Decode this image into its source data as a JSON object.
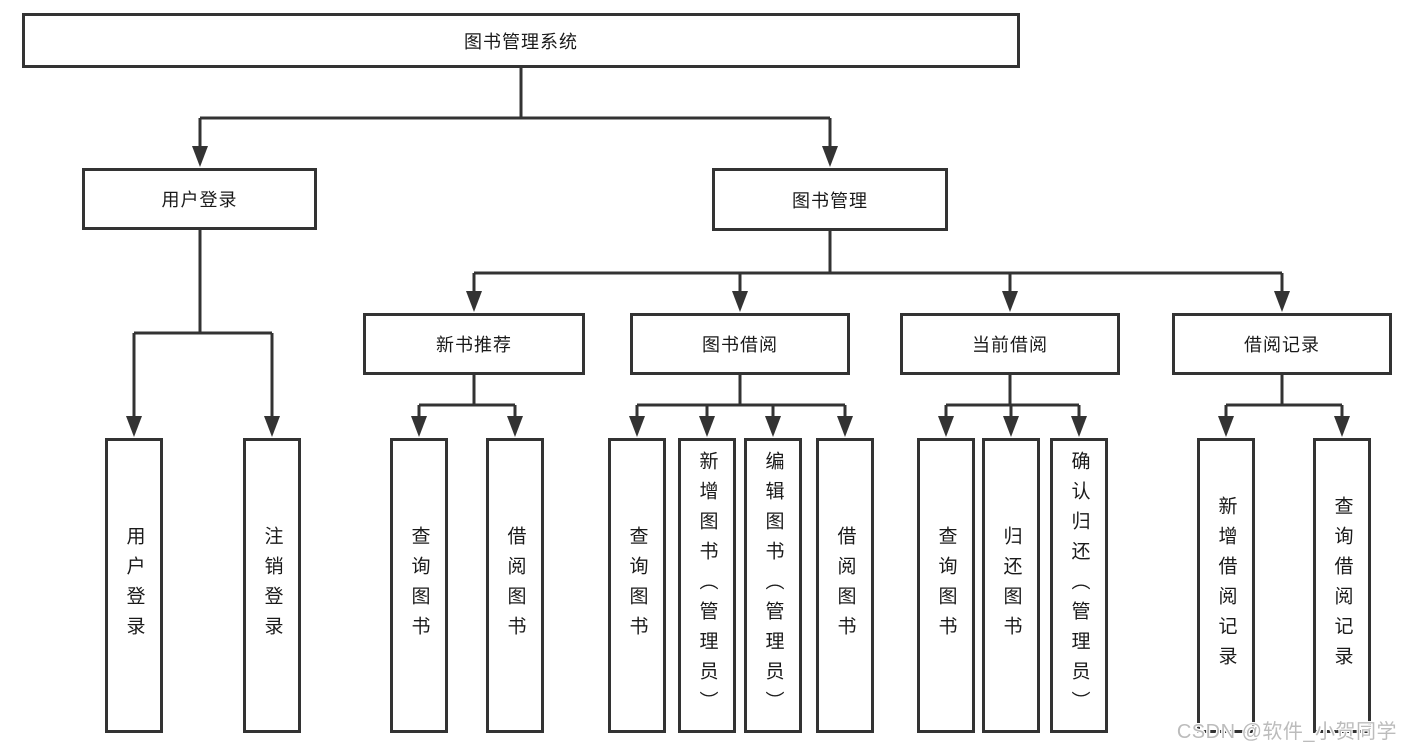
{
  "tree": {
    "label": "图书管理系统",
    "children": [
      {
        "label": "用户登录",
        "children": [
          {
            "label": "用户登录"
          },
          {
            "label": "注销登录"
          }
        ]
      },
      {
        "label": "图书管理",
        "children": [
          {
            "label": "新书推荐",
            "children": [
              {
                "label": "查询图书"
              },
              {
                "label": "借阅图书"
              }
            ]
          },
          {
            "label": "图书借阅",
            "children": [
              {
                "label": "查询图书"
              },
              {
                "label": "新增图书（管理员）"
              },
              {
                "label": "编辑图书（管理员）"
              },
              {
                "label": "借阅图书"
              }
            ]
          },
          {
            "label": "当前借阅",
            "children": [
              {
                "label": "查询图书"
              },
              {
                "label": "归还图书"
              },
              {
                "label": "确认归还（管理员）"
              }
            ]
          },
          {
            "label": "借阅记录",
            "children": [
              {
                "label": "新增借阅记录"
              },
              {
                "label": "查询借阅记录"
              }
            ]
          }
        ]
      }
    ]
  },
  "watermark": {
    "text": "CSDN @软件_小贺同学"
  },
  "colors": {
    "line": "#333333",
    "text": "#1a1a1a",
    "background": "#ffffff",
    "watermark": "#bcbcbc"
  }
}
